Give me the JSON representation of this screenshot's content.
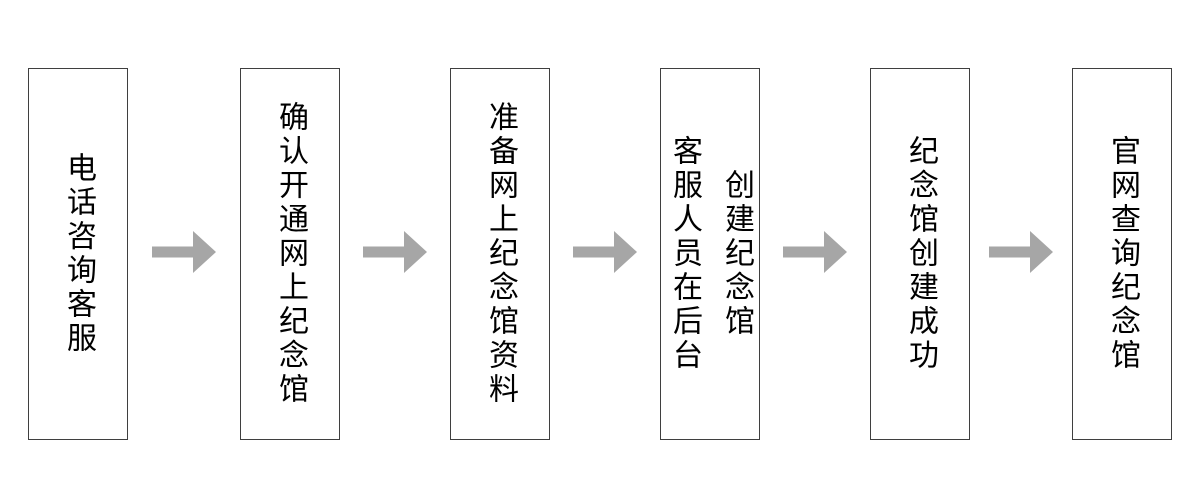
{
  "flowchart": {
    "description": "online memorial hall creation process flow",
    "direction": "left-to-right",
    "colors": {
      "background": "#FFFFFF",
      "box_border": "#3F3F3F",
      "box_fill": "#FFFFFF",
      "text": "#000000",
      "arrow": "#A6A6A6"
    },
    "steps": [
      {
        "label": "电话咨询客服",
        "lines": [
          "电话咨询客服"
        ]
      },
      {
        "label": "确认开通网上纪念馆",
        "lines": [
          "确认开通网上纪念馆"
        ]
      },
      {
        "label": "准备网上纪念馆资料",
        "lines": [
          "准备网上纪念馆资料"
        ]
      },
      {
        "label": "客服人员在后台创建纪念馆",
        "lines": [
          "客服人员在后台",
          "创建纪念馆"
        ]
      },
      {
        "label": "纪念馆创建成功",
        "lines": [
          "纪念馆创建成功"
        ]
      },
      {
        "label": "官网查询纪念馆",
        "lines": [
          "官网查询纪念馆"
        ]
      }
    ],
    "arrow_count": 5
  }
}
